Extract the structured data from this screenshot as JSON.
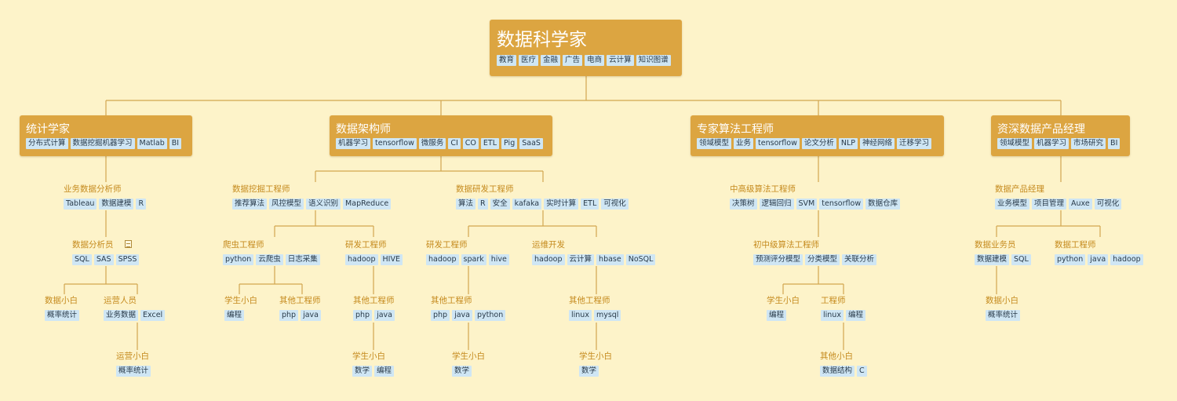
{
  "root": {
    "title": "数据科学家",
    "tags": [
      "教育",
      "医疗",
      "金融",
      "广告",
      "电商",
      "云计算",
      "知识图谱"
    ]
  },
  "branches": [
    {
      "title": "统计学家",
      "tags": [
        "分布式计算",
        "数据挖掘机器学习",
        "Matlab",
        "BI"
      ],
      "nodes": [
        {
          "name": "业务数据分析师",
          "tags": [
            "Tableau",
            "数据建模",
            "R"
          ]
        },
        {
          "name": "数据分析员",
          "tags": [
            "SQL",
            "SAS",
            "SPSS"
          ],
          "note_icon": "note-icon"
        },
        {
          "name": "数据小白",
          "tags": [
            "概率统计"
          ]
        },
        {
          "name": "运营人员",
          "tags": [
            "业务数据",
            "Excel"
          ]
        },
        {
          "name": "运营小白",
          "tags": [
            "概率统计"
          ]
        }
      ]
    },
    {
      "title": "数据架构师",
      "tags": [
        "机器学习",
        "tensorflow",
        "微服务",
        "CI",
        "CO",
        "ETL",
        "Pig",
        "SaaS"
      ],
      "nodes": [
        {
          "name": "数据挖掘工程师",
          "tags": [
            "推荐算法",
            "风控模型",
            "语义识别",
            "MapReduce"
          ]
        },
        {
          "name": "爬虫工程师",
          "tags": [
            "python",
            "云爬虫",
            "日志采集"
          ]
        },
        {
          "name": "研发工程师",
          "tags": [
            "hadoop",
            "HIVE"
          ]
        },
        {
          "name": "学生小白",
          "tags": [
            "编程"
          ]
        },
        {
          "name": "其他工程师",
          "tags": [
            "php",
            "java"
          ]
        },
        {
          "name": "其他工程师",
          "tags": [
            "php",
            "java"
          ]
        },
        {
          "name": "学生小白",
          "tags": [
            "数学",
            "编程"
          ]
        },
        {
          "name": "数据研发工程师",
          "tags": [
            "算法",
            "R",
            "安全",
            "kafaka",
            "实时计算",
            "ETL",
            "可视化"
          ]
        },
        {
          "name": "研发工程师",
          "tags": [
            "hadoop",
            "spark",
            "hive"
          ]
        },
        {
          "name": "运维开发",
          "tags": [
            "hadoop",
            "云计算",
            "hbase",
            "NoSQL"
          ]
        },
        {
          "name": "其他工程师",
          "tags": [
            "php",
            "java",
            "python"
          ]
        },
        {
          "name": "学生小白",
          "tags": [
            "数学"
          ]
        },
        {
          "name": "其他工程师",
          "tags": [
            "linux",
            "mysql"
          ]
        },
        {
          "name": "学生小白",
          "tags": [
            "数学"
          ]
        }
      ]
    },
    {
      "title": "专家算法工程师",
      "tags": [
        "领域模型",
        "业务",
        "tensorflow",
        "论文分析",
        "NLP",
        "神经网络",
        "迁移学习"
      ],
      "nodes": [
        {
          "name": "中高级算法工程师",
          "tags": [
            "决策树",
            "逻辑回归",
            "SVM",
            "tensorflow",
            "数据仓库"
          ]
        },
        {
          "name": "初中级算法工程师",
          "tags": [
            "预测评分模型",
            "分类模型",
            "关联分析"
          ]
        },
        {
          "name": "学生小白",
          "tags": [
            "编程"
          ]
        },
        {
          "name": "工程师",
          "tags": [
            "linux",
            "编程"
          ]
        },
        {
          "name": "其他小白",
          "tags": [
            "数据结构",
            "C"
          ]
        }
      ]
    },
    {
      "title": "资深数据产品经理",
      "tags": [
        "领域模型",
        "机器学习",
        "市场研究",
        "BI"
      ],
      "nodes": [
        {
          "name": "数据产品经理",
          "tags": [
            "业务模型",
            "项目管理",
            "Auxe",
            "可视化"
          ]
        },
        {
          "name": "数据业务员",
          "tags": [
            "数据建模",
            "SQL"
          ]
        },
        {
          "name": "数据工程师",
          "tags": [
            "python",
            "java",
            "hadoop"
          ]
        },
        {
          "name": "数据小白",
          "tags": [
            "概率统计"
          ]
        }
      ]
    }
  ],
  "colors": {
    "background": "#fdf3c9",
    "topic": "#dca541",
    "node_name": "#c58a1d",
    "tag_bg": "#cfe6f4",
    "line": "#d2a64f"
  }
}
